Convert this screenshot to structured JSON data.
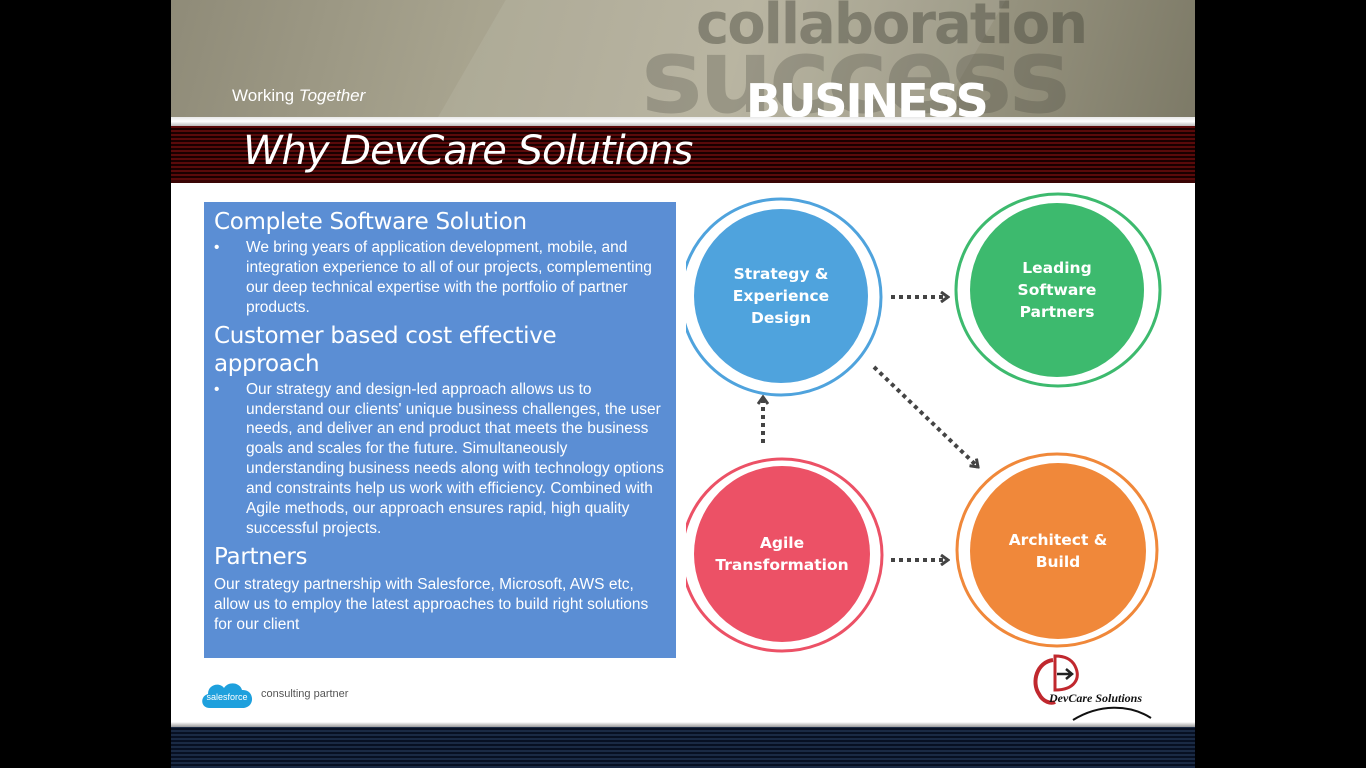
{
  "header": {
    "watermark_top": "collaboration",
    "watermark_big": "success",
    "brand_word": "BUSINESS",
    "tagline_plain": "Working",
    "tagline_italic": "Together"
  },
  "title": "Why DevCare Solutions",
  "panel": {
    "section1": {
      "heading": "Complete Software Solution",
      "bullet": "We bring years of application development, mobile, and integration experience to all of our projects, complementing our deep technical expertise with the portfolio of partner products."
    },
    "section2": {
      "heading": "Customer based cost effective approach",
      "bullet": "Our strategy and design-led approach allows us to understand our clients' unique business challenges, the user needs, and deliver an end product that meets the business goals and scales for the future. Simultaneously understanding business needs along with technology options and constraints help us work with efficiency. Combined with Agile methods, our approach ensures rapid, high quality successful projects."
    },
    "section3": {
      "heading": "Partners",
      "text": "Our strategy partnership with Salesforce, Microsoft, AWS etc, allow us to employ the latest approaches to build right solutions for our client"
    },
    "bullet_glyph": "•"
  },
  "diagram": {
    "strategy": "Strategy & Experience Design",
    "partners": "Leading Software Partners",
    "agile": "Agile Transformation",
    "architect": "Architect & Build",
    "colors": {
      "strategy": "#4fa3dd",
      "partners": "#3dba6e",
      "agile": "#ec5166",
      "architect": "#f0883a",
      "arrow": "#444444"
    }
  },
  "footer": {
    "salesforce_logo_text": "salesforce",
    "salesforce_caption": "consulting partner",
    "devcare_logo_text": "DevCare Solutions"
  }
}
